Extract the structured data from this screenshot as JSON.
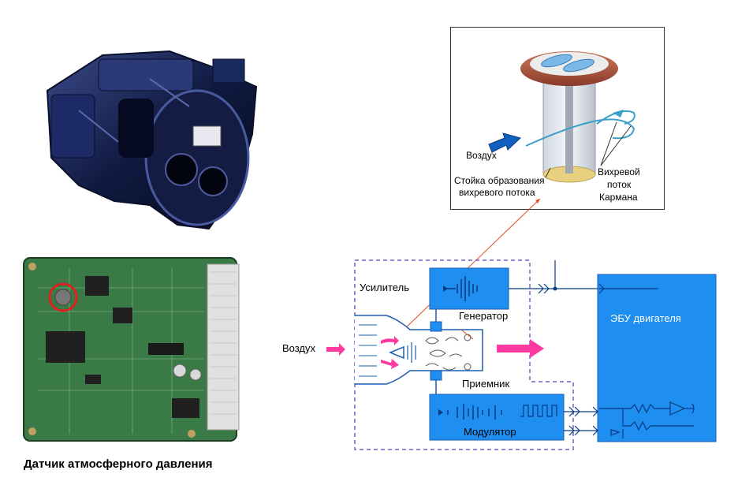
{
  "caption": "Датчик атмосферного давления",
  "inset": {
    "air_label": "Воздух",
    "pillar_label_1": "Стойка образования",
    "pillar_label_2": "вихревого потока",
    "vortex_label_1": "Вихревой",
    "vortex_label_2": "поток",
    "vortex_label_3": "Кармана"
  },
  "schematic": {
    "amplifier": "Усилитель",
    "generator": "Генератор",
    "air_in": "Воздух",
    "receiver": "Приемник",
    "modulator": "Модулятор",
    "ecu": "ЭБУ двигателя"
  },
  "colors": {
    "block_blue": "#1e8ef0",
    "dashed_border": "#7060c8",
    "flow_arrow": "#ff3aa0",
    "pcb_green": "#2f6b3a",
    "leader_line": "#e05020"
  }
}
